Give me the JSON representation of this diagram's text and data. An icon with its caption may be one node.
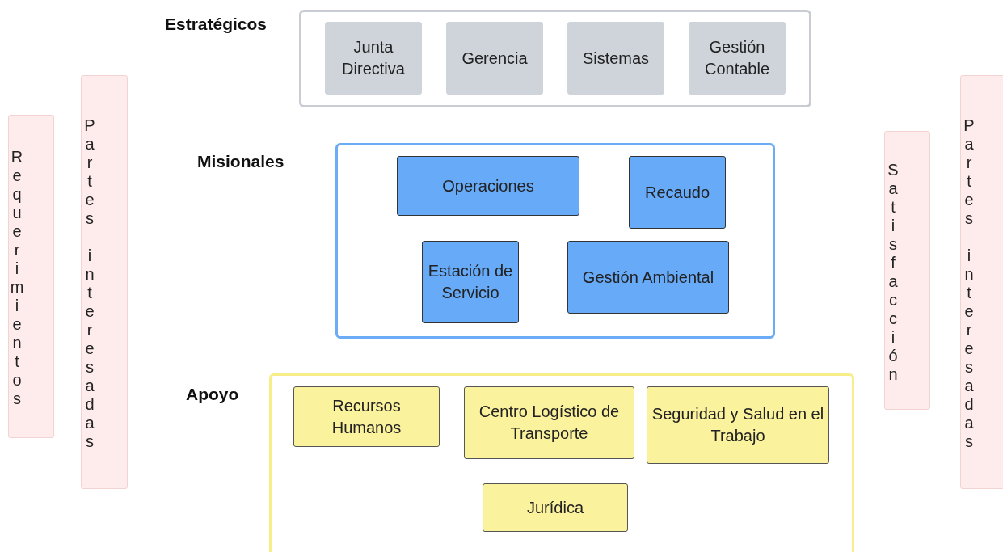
{
  "diagram": {
    "nodes": [
      {
        "text": [
          "Requerimientos"
        ]
      },
      {
        "text": [
          "Partes interesadas"
        ]
      },
      {
        "text": [
          "Estratégicos"
        ]
      },
      {
        "text": [
          "Junta Directiva"
        ],
        "in": 2
      },
      {
        "text": [
          "Gerencia"
        ],
        "in": 2
      },
      {
        "text": [
          "Sistemas"
        ],
        "in": 2
      },
      {
        "text": [
          "Gestión Contable"
        ],
        "in": 2
      },
      {
        "text": [
          "Misionales"
        ]
      },
      {
        "text": [
          "Operaciones"
        ],
        "in": 7
      },
      {
        "text": [
          "Recaudo"
        ],
        "in": 7
      },
      {
        "text": [
          "Estación de Servicio"
        ],
        "in": 7
      },
      {
        "text": [
          "Gestión Ambiental"
        ],
        "in": 7
      },
      {
        "text": [
          "Apoyo"
        ]
      },
      {
        "text": [
          "Recursos Humanos"
        ],
        "in": 12
      },
      {
        "text": [
          "Centro Logístico de Transporte"
        ],
        "in": 12
      },
      {
        "text": [
          "Seguridad y Salud en el Trabajo"
        ],
        "in": 12
      },
      {
        "text": [
          "Jurídica"
        ],
        "in": 12
      },
      {
        "text": [
          "Satisfacción"
        ]
      },
      {
        "text": [
          "Partes interesadas"
        ]
      }
    ],
    "edges": []
  }
}
